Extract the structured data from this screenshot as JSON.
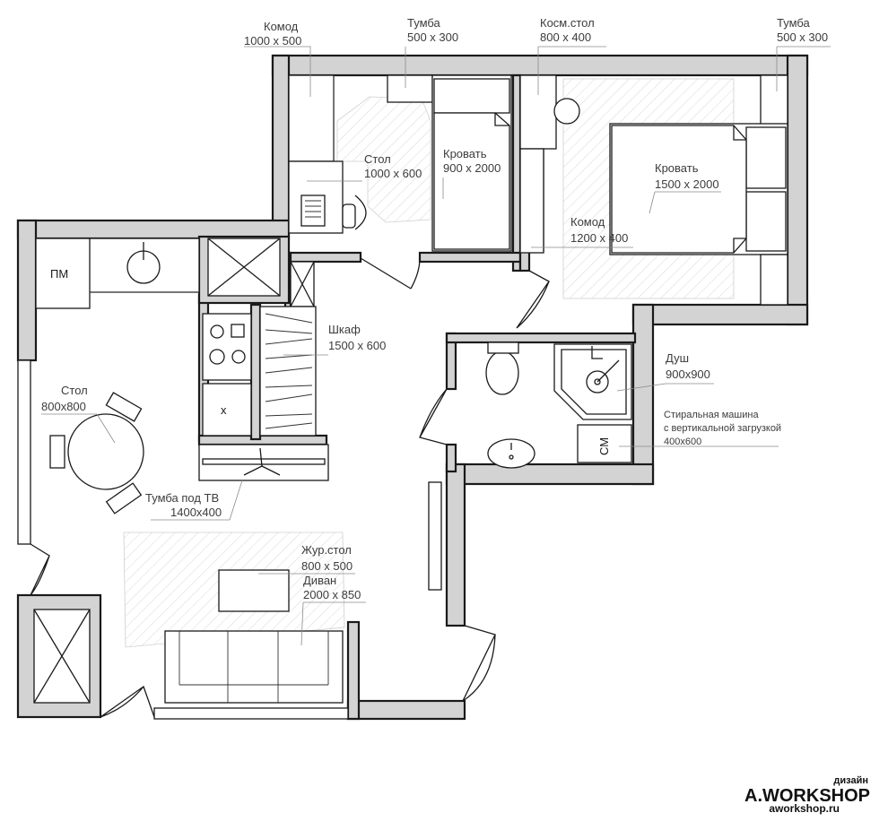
{
  "labels": {
    "komod_top": {
      "name": "Комод",
      "size": "1000 x 500"
    },
    "tumba_left": {
      "name": "Тумба",
      "size": "500 x 300"
    },
    "kosm_stol": {
      "name": "Косм.стол",
      "size": "800 x 400"
    },
    "tumba_right": {
      "name": "Тумба",
      "size": "500 x 300"
    },
    "stol_desk": {
      "name": "Стол",
      "size": "1000 x 600"
    },
    "krovat_single": {
      "name": "Кровать",
      "size": "900 x 2000"
    },
    "krovat_double": {
      "name": "Кровать",
      "size": "1500 x 2000"
    },
    "komod_bedroom": {
      "name": "Комод",
      "size": "1200 x 400"
    },
    "shkaf": {
      "name": "Шкаф",
      "size": "1500 x 600"
    },
    "dush": {
      "name": "Душ",
      "size": "900x900"
    },
    "stiralka": {
      "name": "Стиральная машина",
      "name2": "с вертикальной загрузкой",
      "size": "400x600"
    },
    "stol_dining": {
      "name": "Стол",
      "size": "800x800"
    },
    "tumba_tv": {
      "name": "Тумба под ТВ",
      "size": "1400x400"
    },
    "zhur_stol": {
      "name": "Жур.стол",
      "size": "800 x 500"
    },
    "divan": {
      "name": "Диван",
      "size": "2000 x 850"
    }
  },
  "tags": {
    "pm": "ПМ",
    "sm": "СМ",
    "stove_x": "x"
  },
  "brand": {
    "small": "дизайн",
    "name": "A.WORKSHOP",
    "url": "aworkshop.ru"
  }
}
